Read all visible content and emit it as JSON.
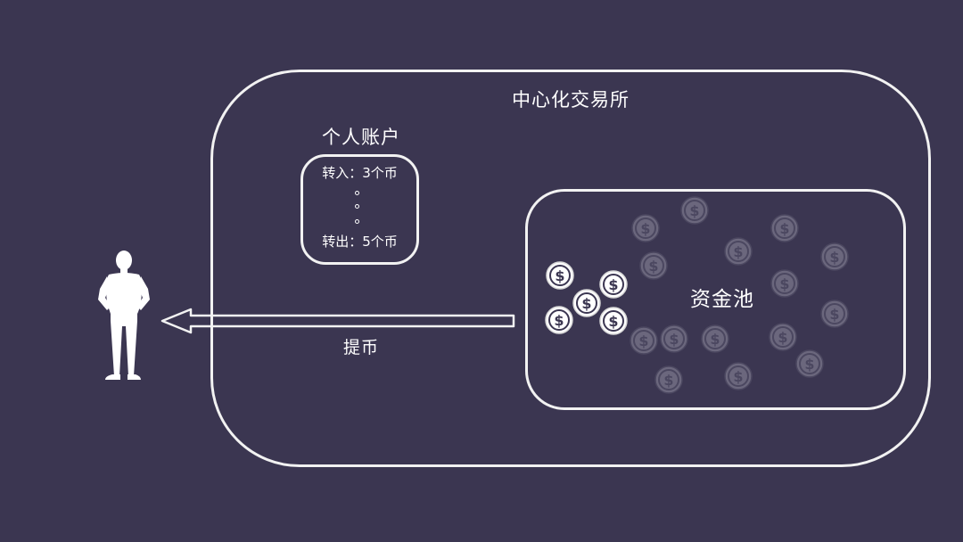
{
  "exchange": {
    "title": "中心化交易所"
  },
  "account": {
    "title": "个人账户",
    "transfer_in": "转入：3个币",
    "transfer_out": "转出：5个币"
  },
  "pool": {
    "label": "资金池"
  },
  "withdraw": {
    "label": "提币"
  },
  "coin_symbol": "$",
  "colors": {
    "background": "#3b3651",
    "chalk": "#f2f2f2",
    "coin_dim_fill": "#6b677d",
    "coin_dim_stroke": "#4b4760",
    "coin_bright_fill": "#ffffff"
  }
}
